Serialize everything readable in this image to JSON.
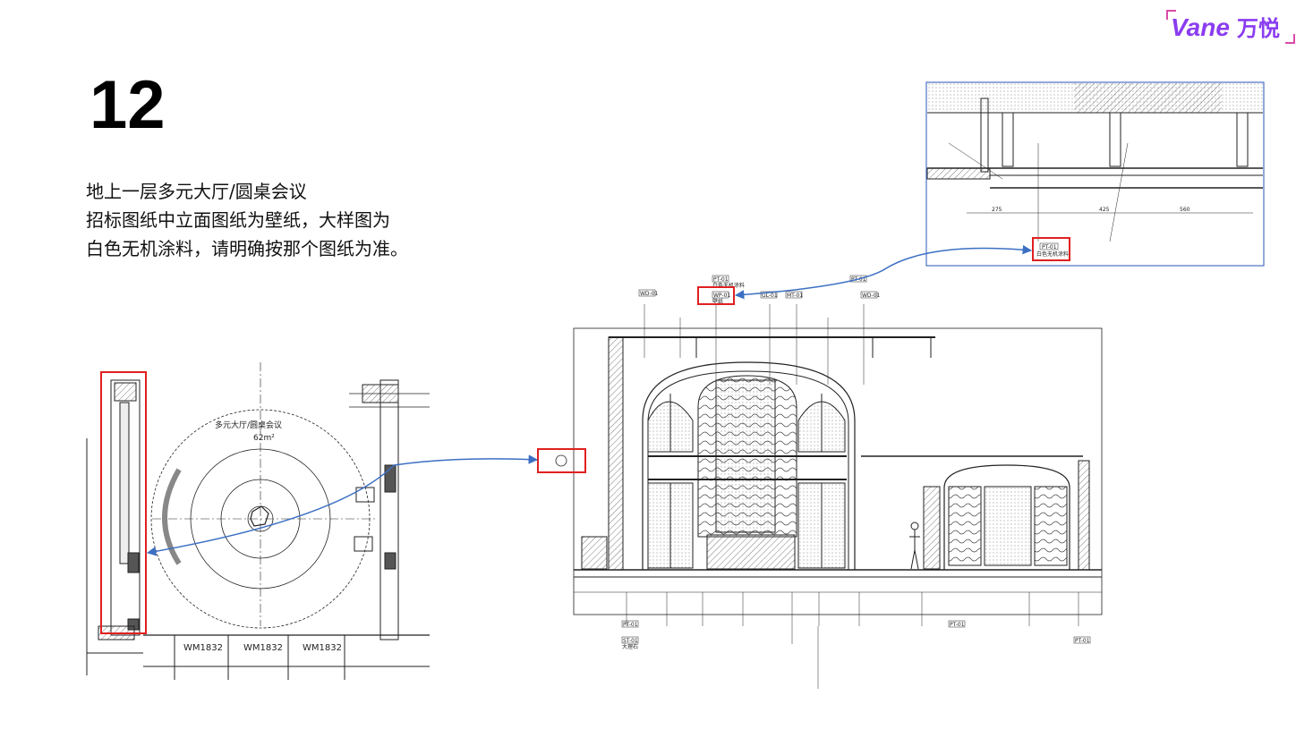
{
  "brand": {
    "name_latin": "Vane",
    "name_cn": "万悦",
    "color": "#8a3cf0",
    "corner_color": "#d94aa8"
  },
  "slide": {
    "number": "12"
  },
  "description": {
    "lines": [
      "地上一层多元大厅/圆桌会议",
      "招标图纸中立面图纸为壁纸，大样图为",
      "白色无机涂料，请明确按那个图纸为准。"
    ]
  },
  "plan": {
    "room_name": "多元大厅/圆桌会议",
    "room_area": "62m²",
    "door_labels": [
      "WM1832",
      "WM1832",
      "WM1832"
    ]
  },
  "elevation": {
    "tag_wallpaper": "WP-01",
    "tag_paint": "PT-01",
    "tag_stone": "ST-01",
    "tag_wood": "WD-01",
    "tag_glass": "GL-01",
    "tag_metal": "MT-01",
    "note_paint": "白色无机涂料",
    "note_wallpaper": "壁纸",
    "note_stone": "大理石"
  },
  "detail": {
    "tag_paint": "PT-01",
    "note_paint": "白色无机涂料",
    "dims": [
      "275",
      "425",
      "560"
    ]
  },
  "colors": {
    "highlight": "#e02020",
    "arrow": "#3b6fc4",
    "frame": "#4a72c4",
    "line": "#222222"
  }
}
